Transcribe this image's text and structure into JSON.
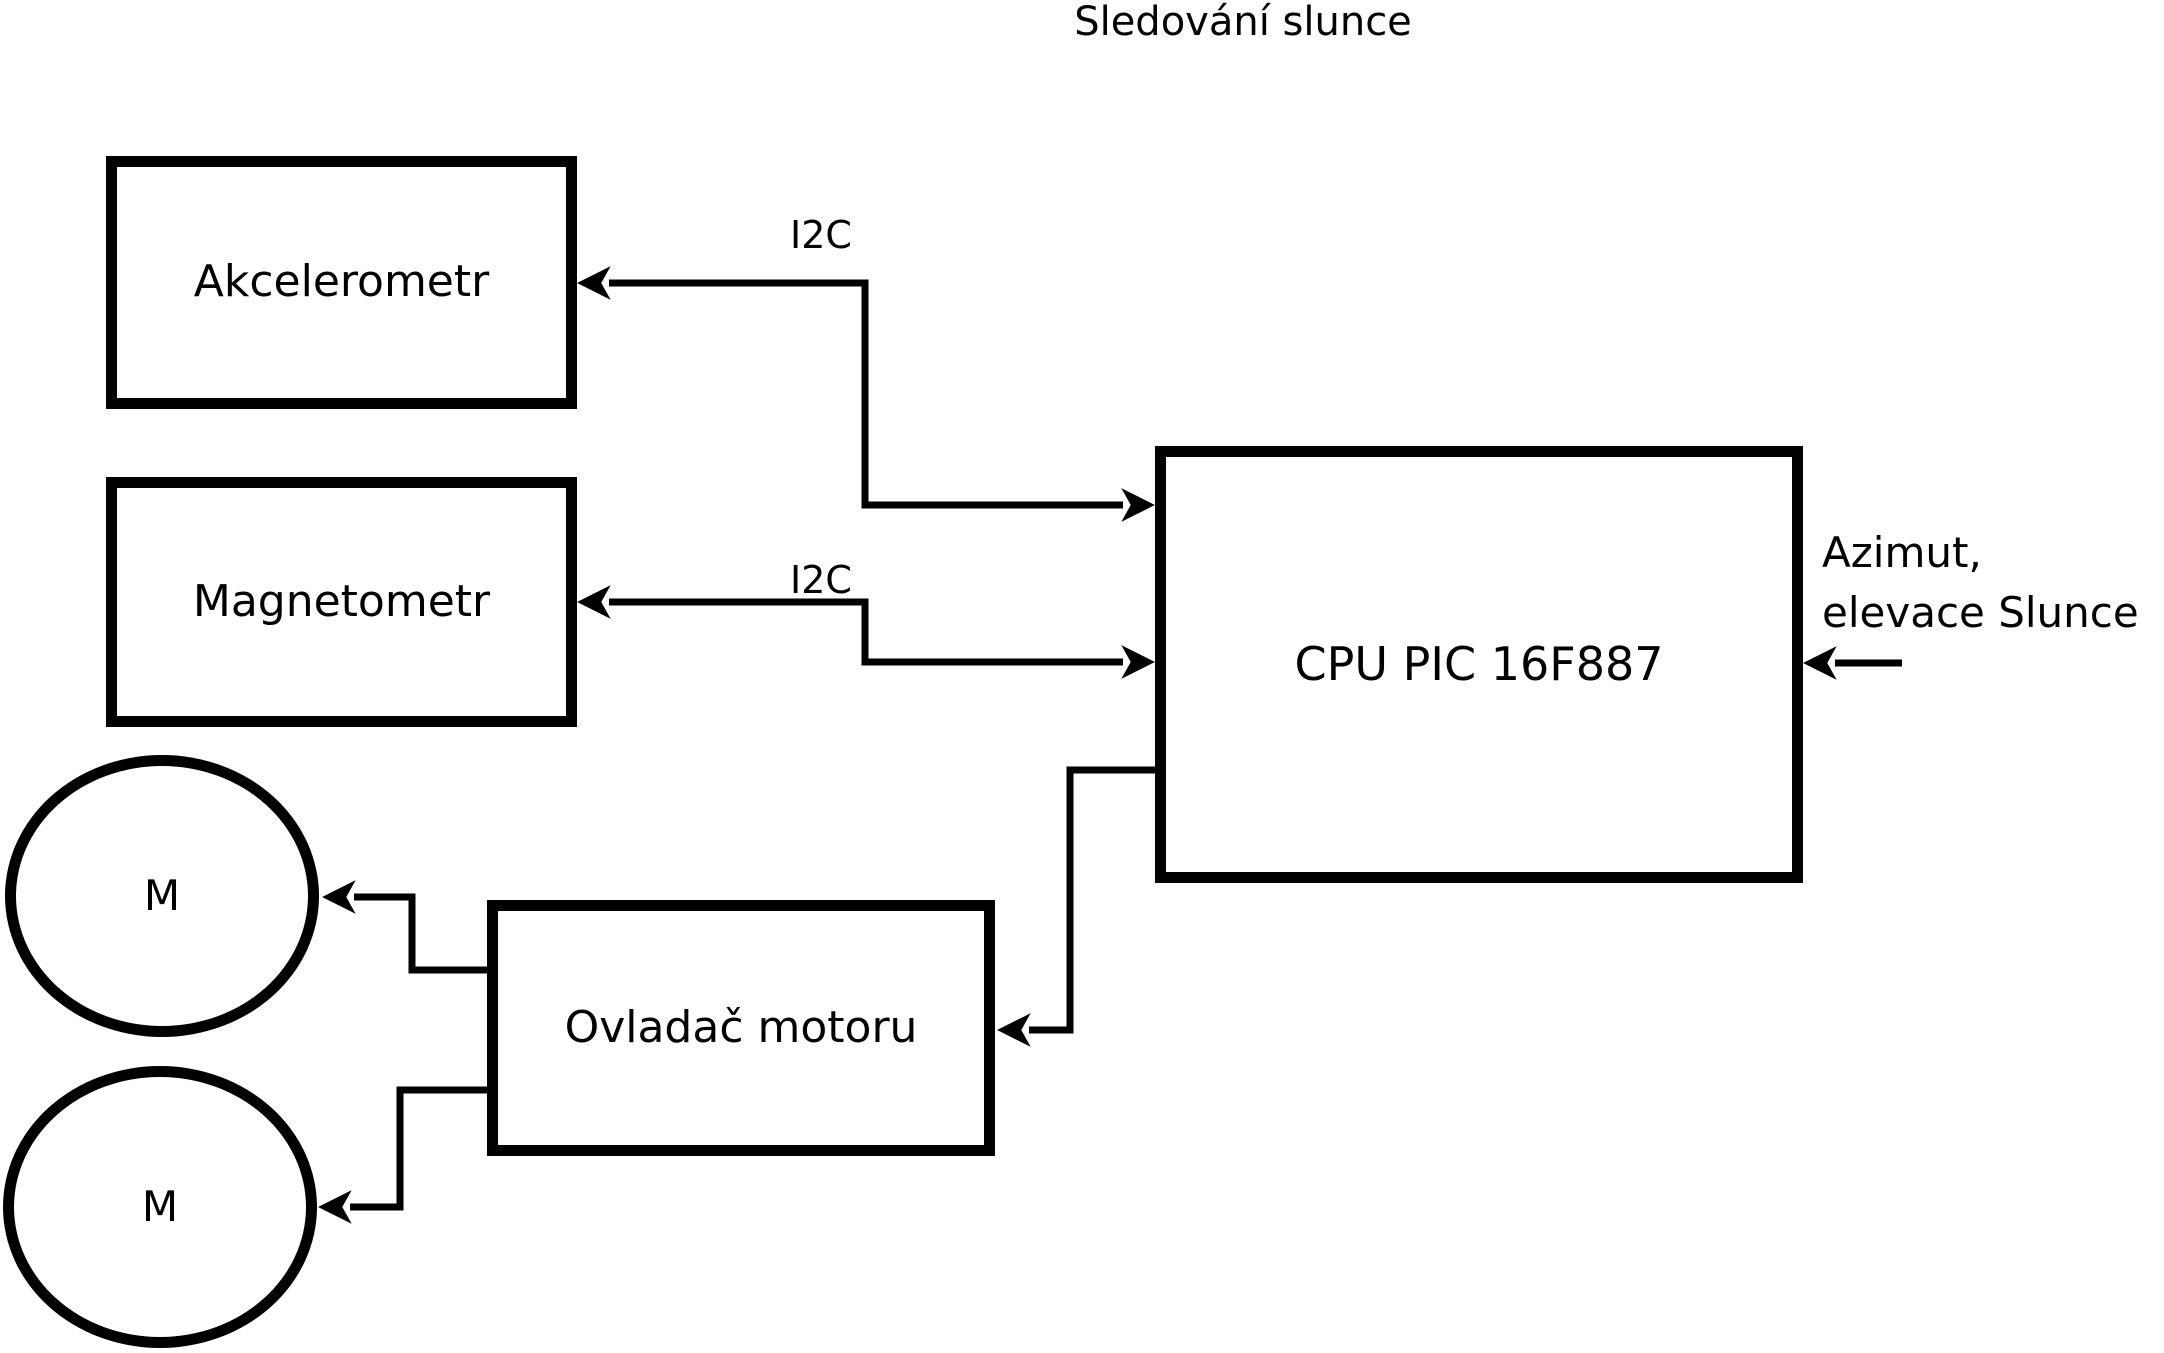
{
  "title": "Sledování slunce",
  "colors": {
    "ink": "#000000",
    "background": "#ffffff"
  },
  "nodes": {
    "akcelerometr": {
      "label": "Akcelerometr"
    },
    "magnetometr": {
      "label": "Magnetometr"
    },
    "cpu": {
      "label": "CPU PIC 16F887"
    },
    "motor_driver": {
      "label": "Ovladač motoru"
    },
    "motor_top": {
      "label": "M"
    },
    "motor_bottom": {
      "label": "M"
    }
  },
  "edge_labels": {
    "i2c_akcelerometr": "I2C",
    "i2c_magnetometr": "I2C",
    "sun_input": "Azimut,\nelevace Slunce"
  }
}
